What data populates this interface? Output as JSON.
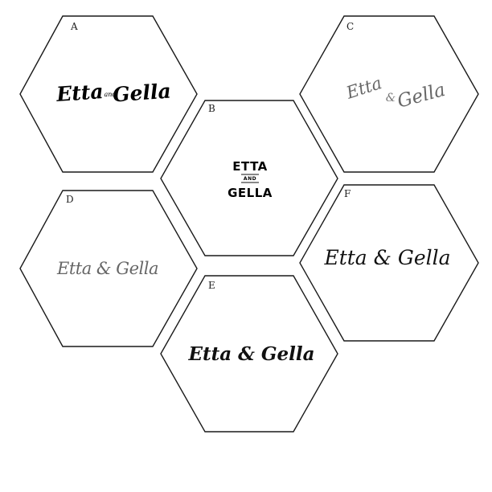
{
  "options": [
    {
      "letter": "A",
      "first": "Etta",
      "joiner": "and",
      "second": "Gella",
      "color": "#111111"
    },
    {
      "letter": "B",
      "first": "ETTA",
      "joiner": "AND",
      "second": "GELLA",
      "color": "#111111"
    },
    {
      "letter": "C",
      "first": "Etta",
      "joiner": "&",
      "second": "Gella",
      "color": "#666666"
    },
    {
      "letter": "D",
      "text": "Etta & Gella",
      "color": "#666666"
    },
    {
      "letter": "E",
      "text": "Etta & Gella",
      "color": "#111111"
    },
    {
      "letter": "F",
      "text": "Etta & Gella",
      "color": "#111111"
    }
  ]
}
